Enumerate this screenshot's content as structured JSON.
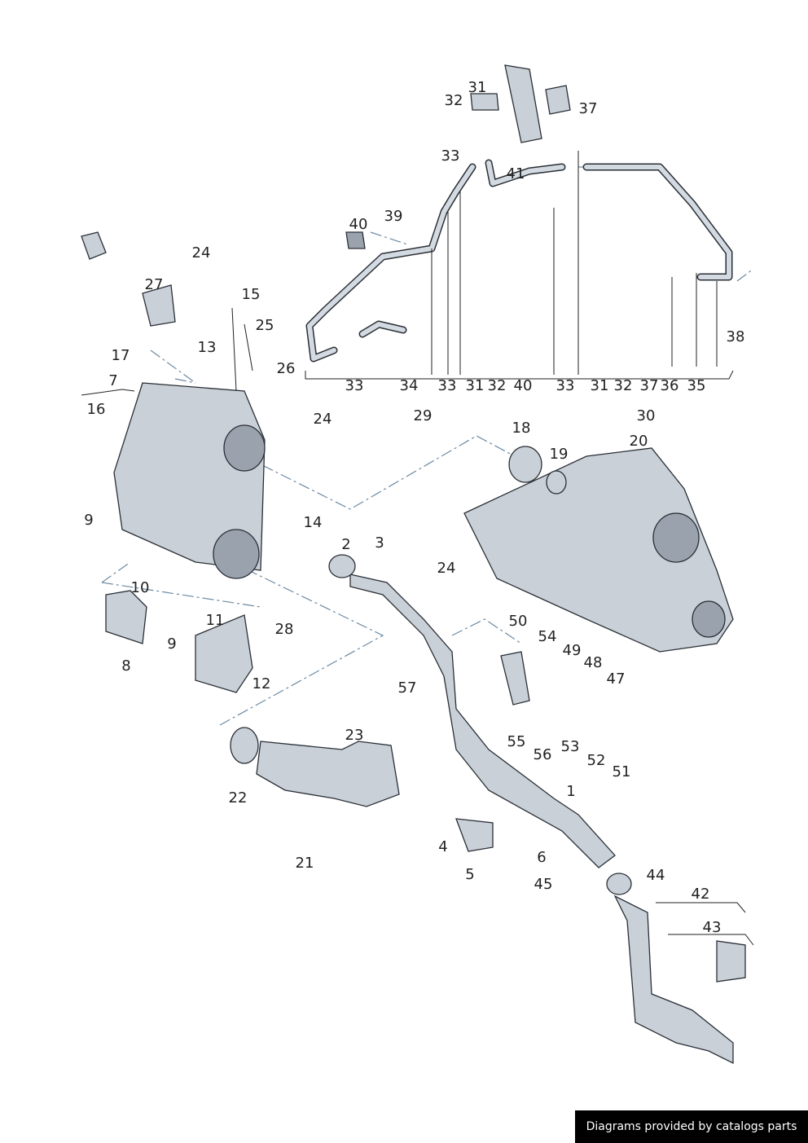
{
  "diagram": {
    "labels": [
      "31",
      "32",
      "37",
      "33",
      "41",
      "39",
      "40",
      "24",
      "27",
      "15",
      "25",
      "38",
      "13",
      "17",
      "26",
      "33",
      "34",
      "33",
      "31",
      "32",
      "40",
      "33",
      "31",
      "32",
      "37",
      "36",
      "35",
      "7",
      "16",
      "24",
      "29",
      "30",
      "18",
      "20",
      "19",
      "14",
      "9",
      "2",
      "3",
      "24",
      "10",
      "50",
      "11",
      "28",
      "54",
      "9",
      "49",
      "48",
      "8",
      "12",
      "57",
      "47",
      "55",
      "56",
      "53",
      "52",
      "23",
      "51",
      "1",
      "22",
      "4",
      "6",
      "5",
      "21",
      "45",
      "44",
      "42",
      "43"
    ]
  },
  "footer": {
    "text": "Diagrams provided by catalogs parts"
  }
}
